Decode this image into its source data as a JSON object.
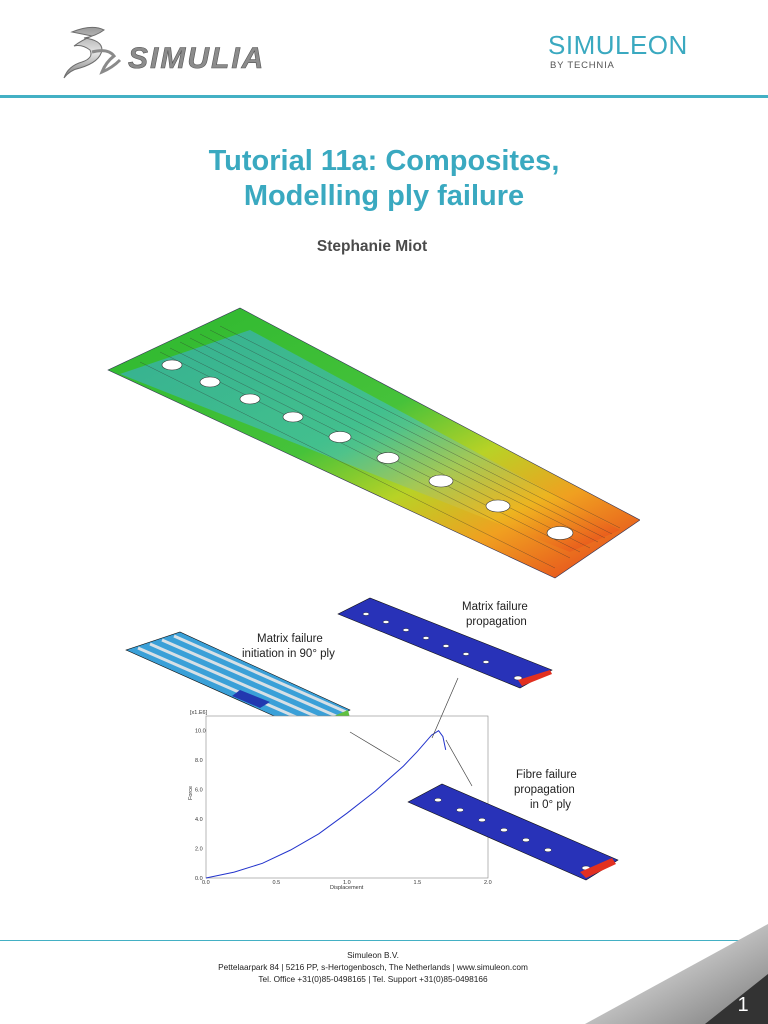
{
  "header": {
    "simulia_logo_text": "SIMULIA",
    "simuleon_logo_text": "SIMULEON",
    "simuleon_logo_sub": "BY TECHNIA",
    "accent_color": "#43b0c4"
  },
  "document": {
    "title_line1": "Tutorial 11a: Composites,",
    "title_line2": "Modelling ply failure",
    "author": "Stephanie Miot",
    "title_color": "#3aa9c0"
  },
  "figure": {
    "label_matrix_propagation_1": "Matrix failure",
    "label_matrix_propagation_2": "propagation",
    "label_matrix_initiation_1": "Matrix failure",
    "label_matrix_initiation_2": "initiation in 90° ply",
    "label_fibre_1": "Fibre failure",
    "label_fibre_2": "propagation",
    "label_fibre_3": "in 0° ply"
  },
  "chart_data": {
    "type": "line",
    "xlabel": "Displacement",
    "ylabel": "Force",
    "scale_note": "[x1.E6]",
    "xlim": [
      0,
      2.0
    ],
    "ylim": [
      0,
      11.0
    ],
    "x_ticks": [
      "0.0",
      "0.5",
      "1.0",
      "1.5",
      "2.0"
    ],
    "y_ticks": [
      "0.0",
      "2.0",
      "4.0",
      "6.0",
      "8.0",
      "10.0"
    ],
    "series": [
      {
        "color": "#2233cc",
        "x": [
          0.0,
          0.2,
          0.4,
          0.6,
          0.8,
          1.0,
          1.2,
          1.4,
          1.5,
          1.6,
          1.65,
          1.68,
          1.7
        ],
        "y": [
          0.0,
          0.4,
          1.0,
          1.9,
          3.0,
          4.4,
          5.9,
          7.6,
          8.6,
          9.7,
          10.0,
          9.6,
          8.7
        ]
      }
    ]
  },
  "footer": {
    "company": "Simuleon B.V.",
    "address": "Pettelaarpark 84 | 5216 PP, s-Hertogenbosch, The Netherlands | www.simuleon.com",
    "phone": "Tel. Office +31(0)85-0498165 | Tel. Support +31(0)85-0498166",
    "page_number": "1"
  }
}
